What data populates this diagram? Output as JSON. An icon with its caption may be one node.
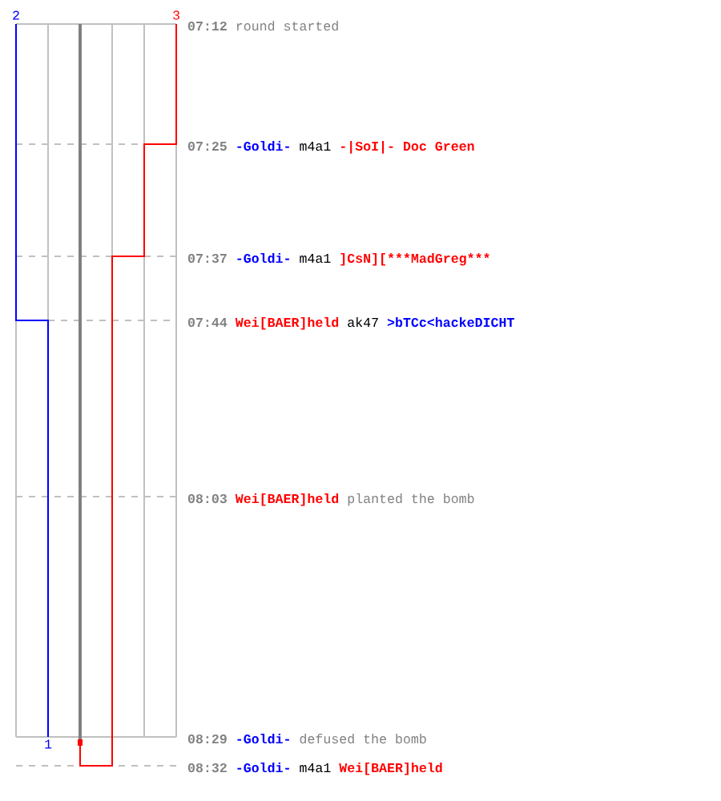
{
  "diagram": {
    "labels": [
      "2",
      "3",
      "07:12",
      "round started",
      "07:25",
      "-Goldi-",
      "m4a1",
      "-|SoI|- Doc Green",
      "07:37",
      "-Goldi-",
      "m4a1",
      "]CsN][***MadGreg***",
      "07:44",
      "Wei[BAER]held",
      "ak47",
      ">bTCc<hackeDICHT",
      "08:03",
      "Wei[BAER]held",
      "planted the bomb",
      "08:29",
      "-Goldi-",
      "defused the bomb",
      "1",
      "08:32",
      "-Goldi-",
      "m4a1",
      "Wei[BAER]held"
    ]
  }
}
